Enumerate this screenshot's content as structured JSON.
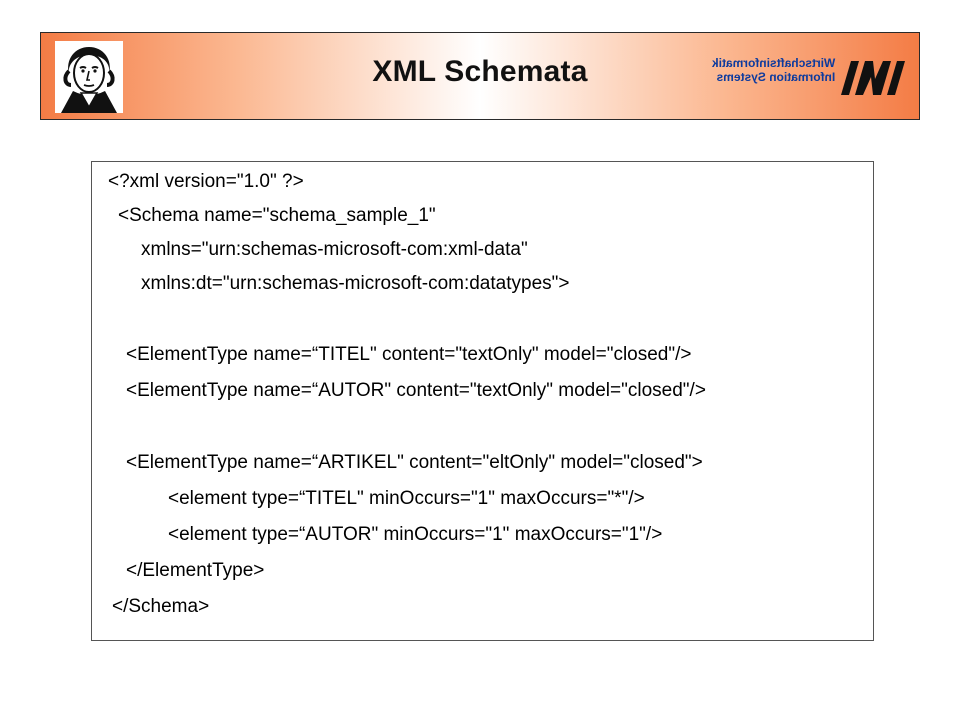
{
  "header": {
    "title": "XML Schemata",
    "logo": {
      "text_line1": "Wirtschaftsinformatik",
      "text_line2": "Information Systems",
      "color": "#0c3a9e"
    }
  },
  "code": {
    "lines": [
      "<?xml version=\"1.0\" ?>",
      "<Schema name=\"schema_sample_1\"",
      "xmlns=\"urn:schemas-microsoft-com:xml-data\"",
      "xmlns:dt=\"urn:schemas-microsoft-com:datatypes\">",
      "<ElementType name=“TITEL\" content=\"textOnly\" model=\"closed\"/>",
      "<ElementType name=“AUTOR\" content=\"textOnly\" model=\"closed\"/>",
      "<ElementType name=“ARTIKEL\" content=\"eltOnly\" model=\"closed\">",
      "<element type=“TITEL\" minOccurs=\"1\" maxOccurs=\"*\"/>",
      "<element type=“AUTOR\" minOccurs=\"1\" maxOccurs=\"1\"/>",
      "</ElementType>",
      "</Schema>"
    ]
  }
}
